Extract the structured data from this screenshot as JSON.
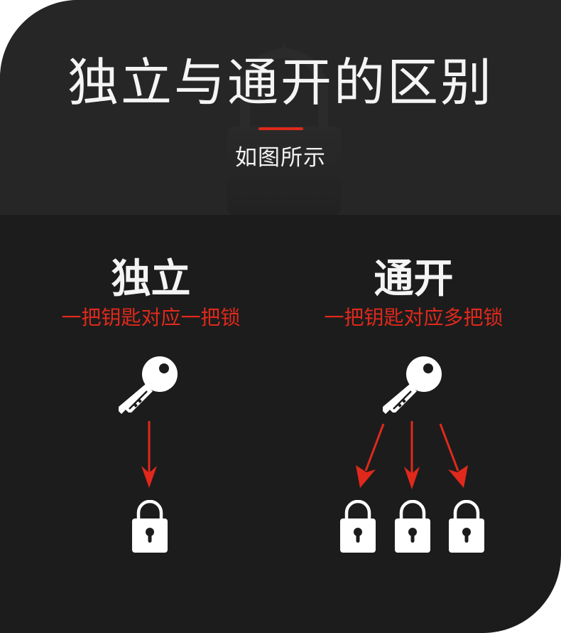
{
  "header": {
    "title": "独立与通开的区别",
    "subtitle": "如图所示",
    "accent_color": "#e0291c"
  },
  "columns": [
    {
      "id": "independent",
      "title": "独立",
      "description": "一把钥匙对应一把锁",
      "key_icon": "key-icon",
      "arrows": 1,
      "locks": 1
    },
    {
      "id": "master",
      "title": "通开",
      "description": "一把钥匙对应多把锁",
      "key_icon": "key-icon",
      "arrows": 3,
      "locks": 3
    }
  ],
  "colors": {
    "background_top": "#262626",
    "background_bottom": "#1c1c1c",
    "text": "#f4f4f4",
    "accent": "#e0291c"
  }
}
